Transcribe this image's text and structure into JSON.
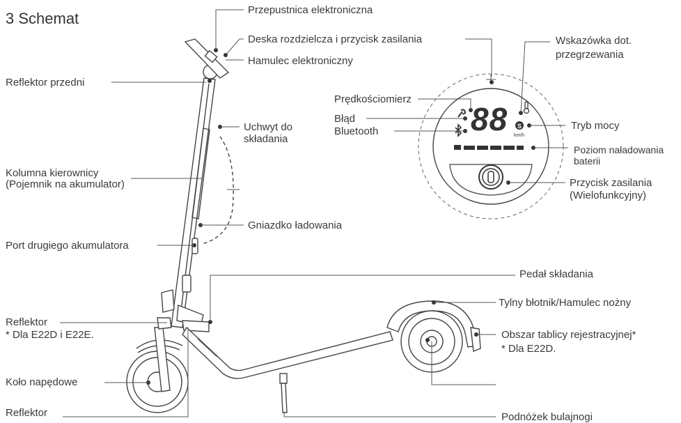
{
  "title": "3 Schemat",
  "labels": {
    "throttle": "Przepustnica elektroniczna",
    "dashboard": "Deska rozdzielcza i przycisk zasilania",
    "ebrake": "Hamulec elektroniczny",
    "headlight": "Reflektor przedni",
    "folding_holder_1": "Uchwyt do",
    "folding_holder_2": "składania",
    "stem_1": "Kolumna kierownicy",
    "stem_2": "(Pojemnik na akumulator)",
    "charging_port": "Gniazdko ładowania",
    "second_battery": "Port drugiego akumulatora",
    "folding_pedal": "Pedał składania",
    "rear_fender": "Tylny błotnik/Hamulec nożny",
    "reflector_1": "Reflektor",
    "reflector_2": "* Dla E22D i E22E.",
    "plate_1": "Obszar tablicy rejestracyjnej*",
    "plate_2": "* Dla E22D.",
    "drive_wheel": "Koło napędowe",
    "reflector_bottom": "Reflektor",
    "kickstand": "Podnóżek bulajnogi",
    "overheat_1": "Wskazówka dot.",
    "overheat_2": "przegrzewania",
    "speedometer": "Prędkościomierz",
    "error": "Błąd",
    "bluetooth": "Bluetooth",
    "power_mode": "Tryb mocy",
    "battery_1": "Poziom naładowania",
    "battery_2": "baterii",
    "power_button_1": "Przycisk zasilania",
    "power_button_2": "(Wielofunkcyjny)"
  },
  "display": {
    "digits": "88",
    "unit": "km/h"
  }
}
